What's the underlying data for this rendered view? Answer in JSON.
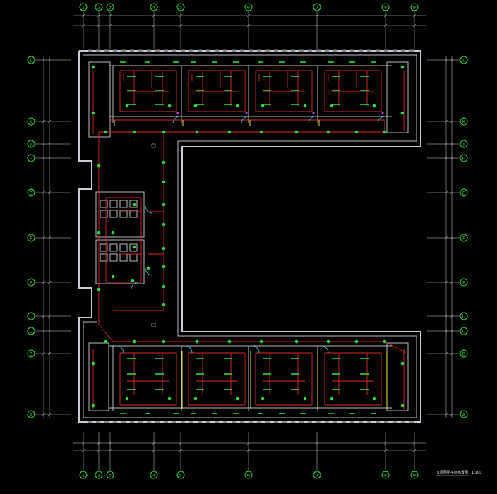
{
  "drawing": {
    "axes_horizontal": [
      "1",
      "2",
      "3",
      "4",
      "5",
      "6",
      "7",
      "8",
      "9"
    ],
    "axes_vertical": [
      "L",
      "K",
      "J",
      "H",
      "G",
      "F",
      "E",
      "D",
      "C",
      "B",
      "A"
    ],
    "title_text": "五层照明平面布置图",
    "scale_text": "1:100"
  },
  "colors": {
    "background": "#000000",
    "axis_bubble": "#2bd93a",
    "wall": "#b8bcc4",
    "circuit": "#e0262a",
    "fixture": "#2bd93a",
    "lamp": "#f2e53a",
    "door": "#2fd7e0",
    "switch": "#d23ad6"
  }
}
